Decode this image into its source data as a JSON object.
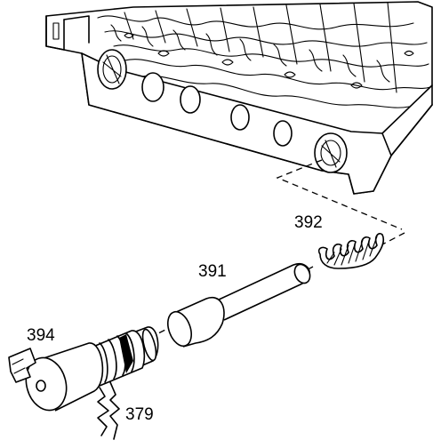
{
  "figure": {
    "labels": {
      "spring": "392",
      "valve": "391",
      "solenoid": "394",
      "wiring": "379"
    }
  },
  "colors": {
    "ink": "#000000",
    "paper": "#ffffff"
  }
}
